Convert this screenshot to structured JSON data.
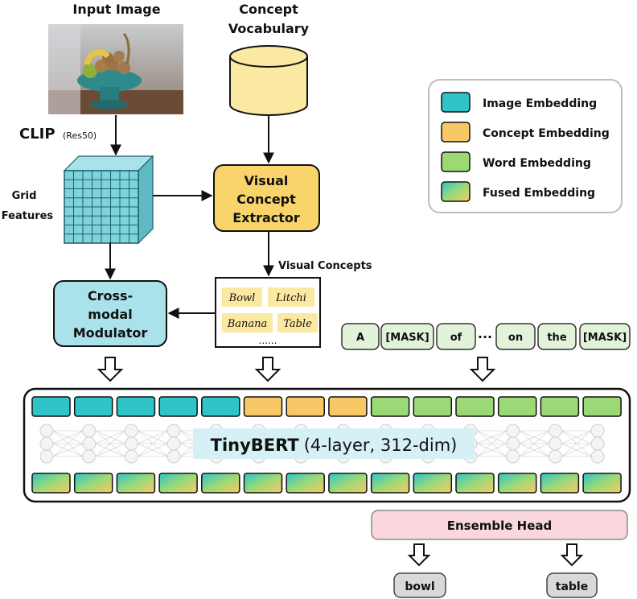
{
  "input_image": {
    "title": "Input Image"
  },
  "concept_vocab": {
    "title_line1": "Concept",
    "title_line2": "Vocabulary"
  },
  "clip": {
    "name": "CLIP",
    "variant": "(Res50)"
  },
  "grid_features": {
    "line1": "Grid",
    "line2": "Features"
  },
  "extractor": {
    "line1": "Visual",
    "line2": "Concept",
    "line3": "Extractor"
  },
  "modulator": {
    "line1": "Cross-",
    "line2": "modal",
    "line3": "Modulator"
  },
  "visual_concepts": {
    "label": "Visual Concepts",
    "items": [
      "Bowl",
      "Litchi",
      "Banana",
      "Table"
    ],
    "ellipsis": "......"
  },
  "legend": {
    "items": [
      {
        "label": "Image Embedding",
        "color": "#2ec4c8"
      },
      {
        "label": "Concept Embedding",
        "color": "#f8c867"
      },
      {
        "label": "Word Embedding",
        "color": "#9bd977"
      },
      {
        "label": "Fused Embedding",
        "color": "gradient"
      }
    ]
  },
  "tokens": {
    "items": [
      "A",
      "[MASK]",
      "of",
      "on",
      "the",
      "[MASK]"
    ],
    "ellipsis": "···"
  },
  "tinybert": {
    "name": "TinyBERT",
    "spec": "(4-layer, 312-dim)"
  },
  "ensemble": {
    "label": "Ensemble Head"
  },
  "outputs": [
    "bowl",
    "table"
  ],
  "colors": {
    "image": "#2ec4c8",
    "concept": "#f8c867",
    "word": "#9bd977",
    "vocab": "#fbe9a2",
    "extractor": "#f8d46a",
    "modulator": "#a9e2ea",
    "grid": "#7fd3dd",
    "ensemble": "#f9d7dd",
    "token": "#e3f3da",
    "output": "#d9d9d9"
  }
}
